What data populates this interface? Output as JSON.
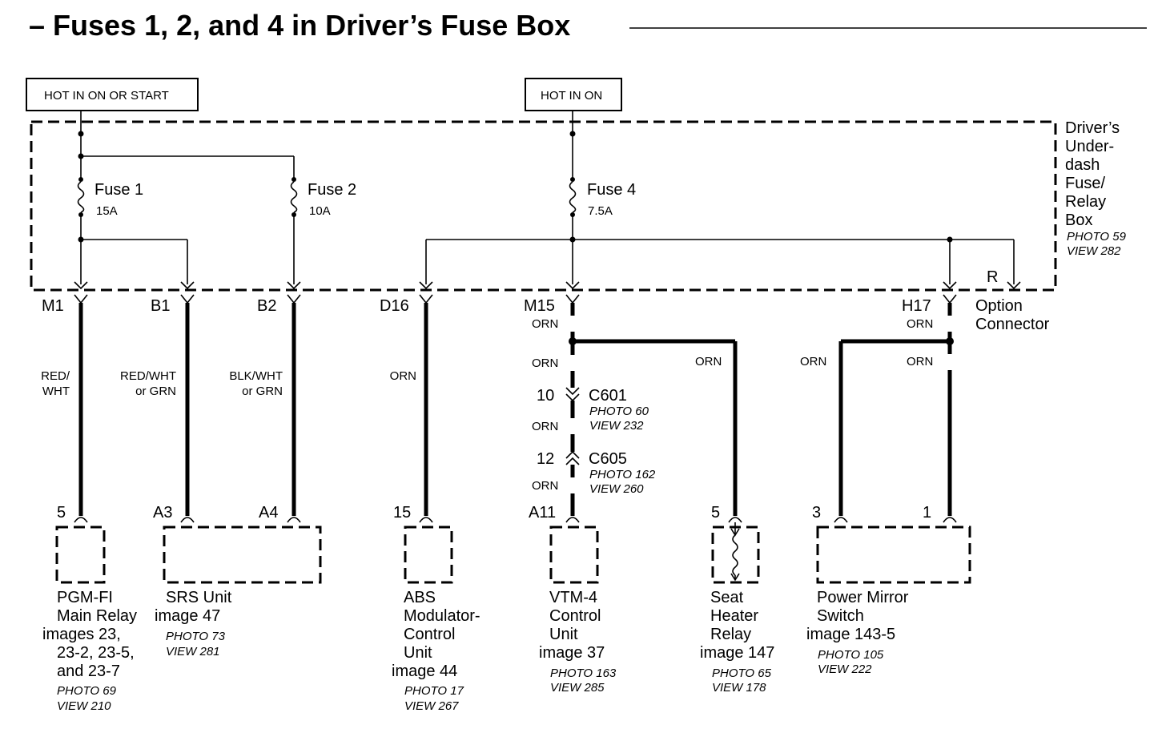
{
  "title": "– Fuses 1, 2, and 4 in Driver’s Fuse Box",
  "power_labels": {
    "left": "HOT IN ON OR START",
    "right": "HOT IN ON"
  },
  "fuse_box": {
    "name_lines": [
      "Driver’s",
      "Under-",
      "dash",
      "Fuse/",
      "Relay",
      "Box"
    ],
    "photo": "PHOTO 59",
    "view": "VIEW 282"
  },
  "fuses": [
    {
      "name": "Fuse 1",
      "rating": "15A"
    },
    {
      "name": "Fuse 2",
      "rating": "10A"
    },
    {
      "name": "Fuse 4",
      "rating": "7.5A"
    }
  ],
  "box_terminals": {
    "m1": "M1",
    "b1": "B1",
    "b2": "B2",
    "d16": "D16",
    "m15": "M15",
    "h17": "H17",
    "r": "R"
  },
  "option_connector": [
    "Option",
    "Connector"
  ],
  "wires": {
    "m1": [
      "RED/",
      "WHT"
    ],
    "b1": [
      "RED/WHT",
      "or GRN"
    ],
    "b2": [
      "BLK/WHT",
      "or GRN"
    ],
    "d16": "ORN",
    "m15_a": "ORN",
    "m15_b": "ORN",
    "m15_c": "ORN",
    "m15_d": "ORN",
    "heater": "ORN",
    "h17_a": "ORN",
    "mirror_left": "ORN",
    "mirror_right": "ORN"
  },
  "connectors": [
    {
      "pin": "10",
      "name": "C601",
      "photo": "PHOTO 60",
      "view": "VIEW 232"
    },
    {
      "pin": "12",
      "name": "C605",
      "photo": "PHOTO 162",
      "view": "VIEW 260"
    }
  ],
  "components": {
    "pgm": {
      "pin": "5",
      "lines": [
        "PGM-FI",
        "Main Relay",
        "images 23,",
        "23-2, 23-5,",
        "and 23-7"
      ],
      "photo": "PHOTO 69",
      "view": "VIEW 210"
    },
    "srs": {
      "pins": [
        "A3",
        "A4"
      ],
      "lines": [
        "SRS Unit",
        "image 47"
      ],
      "photo": "PHOTO 73",
      "view": "VIEW 281"
    },
    "abs": {
      "pin": "15",
      "lines": [
        "ABS",
        "Modulator-",
        "Control",
        "Unit",
        "image 44"
      ],
      "photo": "PHOTO 17",
      "view": "VIEW 267"
    },
    "vtm": {
      "pin": "A11",
      "lines": [
        "VTM-4",
        "Control",
        "Unit",
        "image 37"
      ],
      "photo": "PHOTO 163",
      "view": "VIEW 285"
    },
    "seat": {
      "pin": "5",
      "lines": [
        "Seat",
        "Heater",
        "Relay",
        "image 147"
      ],
      "photo": "PHOTO 65",
      "view": "VIEW 178"
    },
    "mirror": {
      "pins": [
        "3",
        "1"
      ],
      "lines": [
        "Power Mirror",
        "Switch",
        "image 143-5"
      ],
      "photo": "PHOTO 105",
      "view": "VIEW 222"
    }
  }
}
